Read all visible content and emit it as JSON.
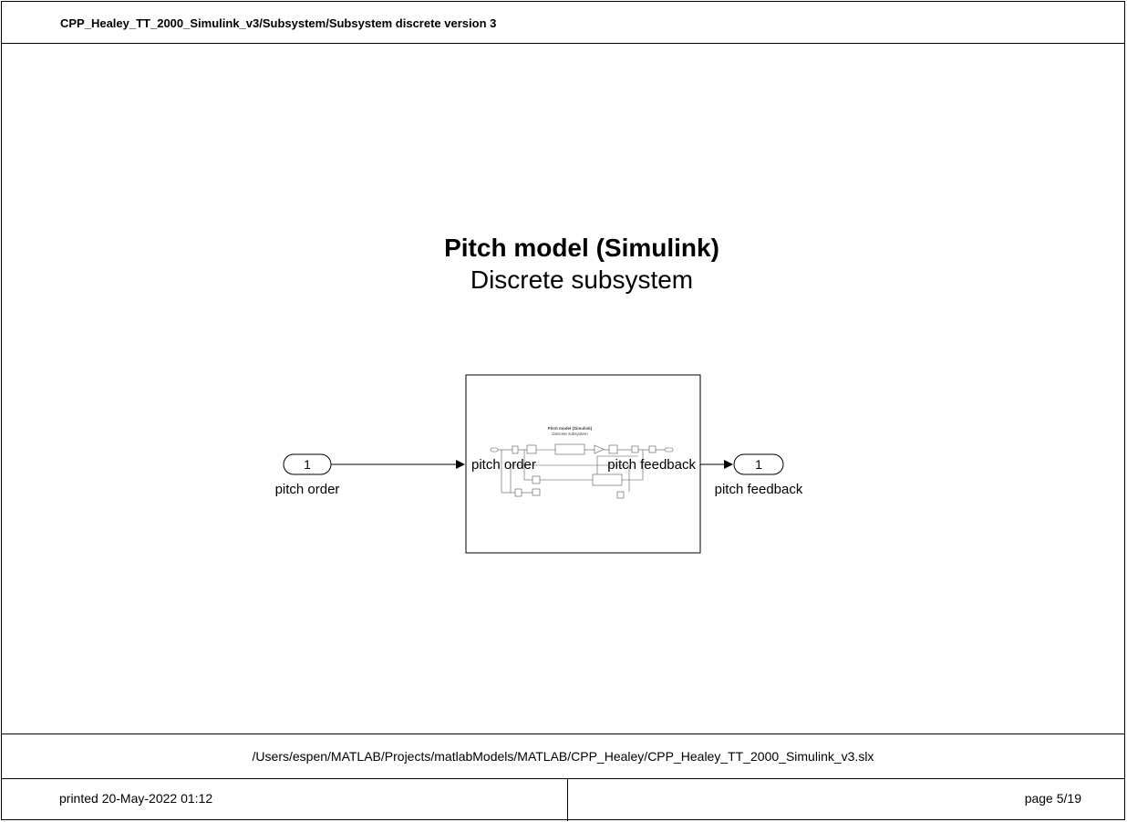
{
  "header": {
    "model_path": "CPP_Healey_TT_2000_Simulink_v3/Subsystem/Subsystem discrete version 3"
  },
  "diagram": {
    "title": "Pitch model (Simulink)",
    "subtitle": "Discrete subsystem",
    "inport": {
      "number": "1",
      "label": "pitch order"
    },
    "outport": {
      "number": "1",
      "label": "pitch feedback"
    },
    "subsystem": {
      "input_port_label": "pitch order",
      "output_port_label": "pitch feedback",
      "thumbnail_title": "Pitch model (Simulink)",
      "thumbnail_subtitle": "Discrete subsystem"
    }
  },
  "footer": {
    "file_path": "/Users/espen/MATLAB/Projects/matlabModels/MATLAB/CPP_Healey/CPP_Healey_TT_2000_Simulink_v3.slx",
    "printed": "printed 20-May-2022 01:12",
    "page": "page 5/19"
  }
}
